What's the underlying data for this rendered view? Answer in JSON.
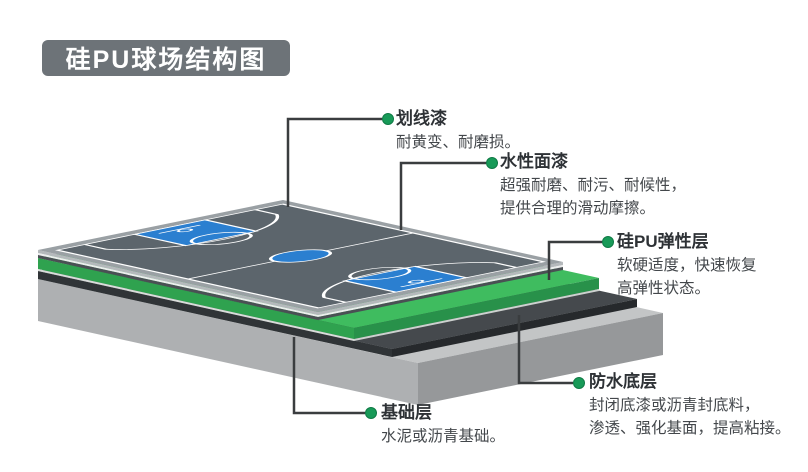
{
  "title_badge": "硅PU球场结构图",
  "callouts": [
    {
      "id": "line-paint",
      "title": "划线漆",
      "desc": [
        "耐黄变、耐磨损。"
      ]
    },
    {
      "id": "top-coat",
      "title": "水性面漆",
      "desc": [
        "超强耐磨、耐污、耐候性，",
        "提供合理的滑动摩擦。"
      ]
    },
    {
      "id": "elastic-layer",
      "title": "硅PU弹性层",
      "desc": [
        "软硬适度，快速恢复",
        "高弹性状态。"
      ]
    },
    {
      "id": "waterproof-base",
      "title": "防水底层",
      "desc": [
        "封闭底漆或沥青封底料，",
        "渗透、强化基面，提高粘接。"
      ]
    },
    {
      "id": "foundation",
      "title": "基础层",
      "desc": [
        "水泥或沥青基础。"
      ]
    }
  ],
  "colors": {
    "badge_bg": "#6d7378",
    "badge_text": "#ffffff",
    "callout_dot": "#189a58",
    "callout_line": "#3a3d3f",
    "court_surface": "#5c656c",
    "court_border": "#9aa0a4",
    "court_markings": "#ffffff",
    "court_blue": "#2b7fd0",
    "slab_side_light": "#b5b9bc",
    "slab_side_white": "#eceded",
    "slab_side_dark": "#4a5054",
    "elastic_green_top": "#3fbc5f",
    "elastic_green_front": "#2fa24f",
    "elastic_green_side": "#28914a",
    "separator_light": "#d9dcda",
    "waterproof_dark_top": "#45494d",
    "waterproof_dark_front": "#303437",
    "waterproof_dark_side": "#26292c",
    "base_gray_top": "#c3c5c6",
    "base_gray_front": "#aeb0b2",
    "base_gray_side": "#96989a"
  }
}
